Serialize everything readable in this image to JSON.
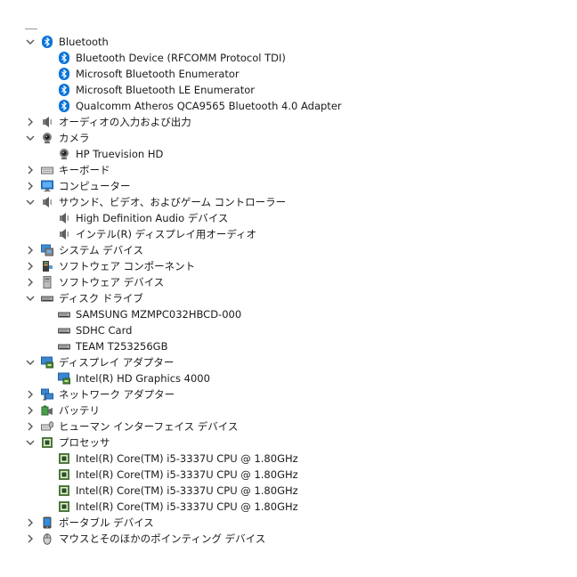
{
  "tree": [
    {
      "label": "Bluetooth",
      "level": 0,
      "expander": "expanded",
      "icon": "bluetooth-icon"
    },
    {
      "label": "Bluetooth Device (RFCOMM Protocol TDI)",
      "level": 1,
      "expander": "none",
      "icon": "bluetooth-icon"
    },
    {
      "label": "Microsoft Bluetooth Enumerator",
      "level": 1,
      "expander": "none",
      "icon": "bluetooth-icon"
    },
    {
      "label": "Microsoft Bluetooth LE Enumerator",
      "level": 1,
      "expander": "none",
      "icon": "bluetooth-icon"
    },
    {
      "label": "Qualcomm Atheros QCA9565 Bluetooth 4.0 Adapter",
      "level": 1,
      "expander": "none",
      "icon": "bluetooth-icon"
    },
    {
      "label": "オーディオの入力および出力",
      "level": 0,
      "expander": "collapsed",
      "icon": "speaker-icon"
    },
    {
      "label": "カメラ",
      "level": 0,
      "expander": "expanded",
      "icon": "webcam-icon"
    },
    {
      "label": "HP Truevision HD",
      "level": 1,
      "expander": "none",
      "icon": "webcam-icon"
    },
    {
      "label": "キーボード",
      "level": 0,
      "expander": "collapsed",
      "icon": "keyboard-icon"
    },
    {
      "label": "コンピューター",
      "level": 0,
      "expander": "collapsed",
      "icon": "monitor-icon"
    },
    {
      "label": "サウンド、ビデオ、およびゲーム コントローラー",
      "level": 0,
      "expander": "expanded",
      "icon": "speaker-icon"
    },
    {
      "label": "High Definition Audio デバイス",
      "level": 1,
      "expander": "none",
      "icon": "speaker-icon"
    },
    {
      "label": "インテル(R) ディスプレイ用オーディオ",
      "level": 1,
      "expander": "none",
      "icon": "speaker-icon"
    },
    {
      "label": "システム デバイス",
      "level": 0,
      "expander": "collapsed",
      "icon": "system-device-icon"
    },
    {
      "label": "ソフトウェア コンポーネント",
      "level": 0,
      "expander": "collapsed",
      "icon": "software-component-icon"
    },
    {
      "label": "ソフトウェア デバイス",
      "level": 0,
      "expander": "collapsed",
      "icon": "software-device-icon"
    },
    {
      "label": "ディスク ドライブ",
      "level": 0,
      "expander": "expanded",
      "icon": "disk-drive-icon"
    },
    {
      "label": "SAMSUNG MZMPC032HBCD-000",
      "level": 1,
      "expander": "none",
      "icon": "disk-drive-icon"
    },
    {
      "label": "SDHC Card",
      "level": 1,
      "expander": "none",
      "icon": "disk-drive-icon"
    },
    {
      "label": "TEAM T253256GB",
      "level": 1,
      "expander": "none",
      "icon": "disk-drive-icon"
    },
    {
      "label": "ディスプレイ アダプター",
      "level": 0,
      "expander": "expanded",
      "icon": "display-adapter-icon"
    },
    {
      "label": "Intel(R) HD Graphics 4000",
      "level": 1,
      "expander": "none",
      "icon": "display-adapter-icon"
    },
    {
      "label": "ネットワーク アダプター",
      "level": 0,
      "expander": "collapsed",
      "icon": "network-adapter-icon"
    },
    {
      "label": "バッテリ",
      "level": 0,
      "expander": "collapsed",
      "icon": "battery-icon"
    },
    {
      "label": "ヒューマン インターフェイス デバイス",
      "level": 0,
      "expander": "collapsed",
      "icon": "hid-icon"
    },
    {
      "label": "プロセッサ",
      "level": 0,
      "expander": "expanded",
      "icon": "processor-icon"
    },
    {
      "label": "Intel(R) Core(TM) i5-3337U CPU @ 1.80GHz",
      "level": 1,
      "expander": "none",
      "icon": "processor-icon"
    },
    {
      "label": "Intel(R) Core(TM) i5-3337U CPU @ 1.80GHz",
      "level": 1,
      "expander": "none",
      "icon": "processor-icon"
    },
    {
      "label": "Intel(R) Core(TM) i5-3337U CPU @ 1.80GHz",
      "level": 1,
      "expander": "none",
      "icon": "processor-icon"
    },
    {
      "label": "Intel(R) Core(TM) i5-3337U CPU @ 1.80GHz",
      "level": 1,
      "expander": "none",
      "icon": "processor-icon"
    },
    {
      "label": "ポータブル デバイス",
      "level": 0,
      "expander": "collapsed",
      "icon": "portable-device-icon"
    },
    {
      "label": "マウスとそのほかのポインティング デバイス",
      "level": 0,
      "expander": "collapsed",
      "icon": "mouse-icon"
    }
  ],
  "colors": {
    "bluetooth": "#0a74da",
    "text": "#1a1a1a",
    "chevron": "#555555",
    "monitor": "#2a7fd4",
    "chip": "#4a7a3a"
  }
}
